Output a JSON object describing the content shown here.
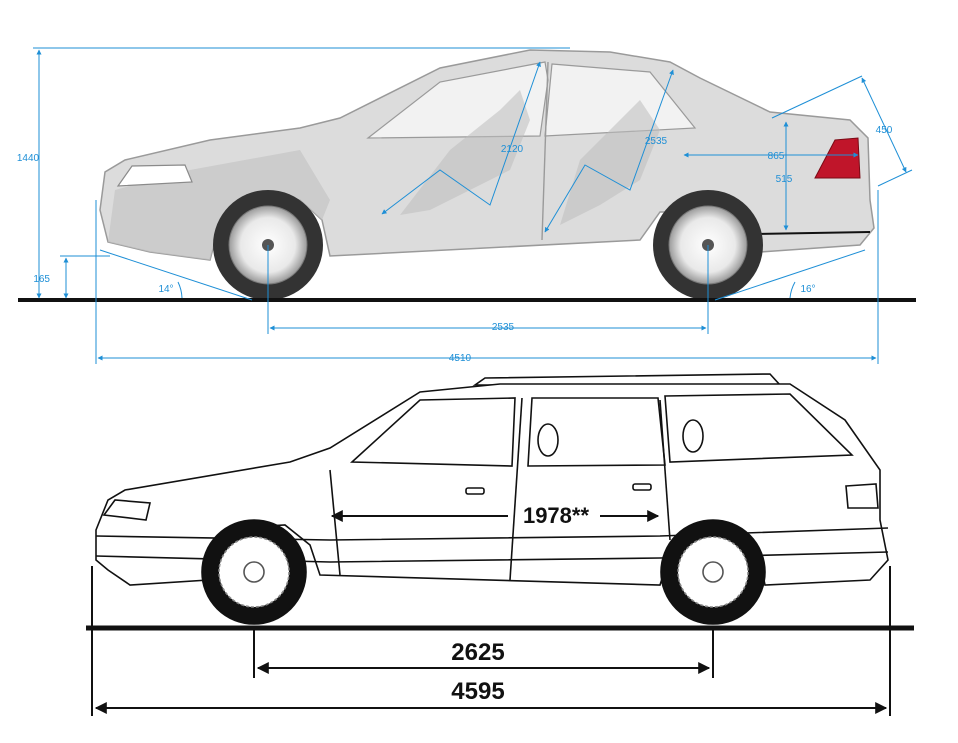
{
  "sedan": {
    "height": "1440",
    "ground_clearance": "165",
    "approach_angle": "14°",
    "departure_angle": "16°",
    "wheelbase": "2535",
    "length": "4510",
    "front_legroom": "2120",
    "rear_legroom": "2535",
    "trunk_length": "865",
    "trunk_height": "515",
    "trunk_opening": "450"
  },
  "wagon": {
    "cargo_length": "1978**",
    "wheelbase": "2625",
    "length": "4595"
  },
  "colors": {
    "dimension_blue": "#1e8fd6",
    "body_grey": "#c9c9c9",
    "tail_light_red": "#c0152a",
    "ink": "#111111"
  }
}
